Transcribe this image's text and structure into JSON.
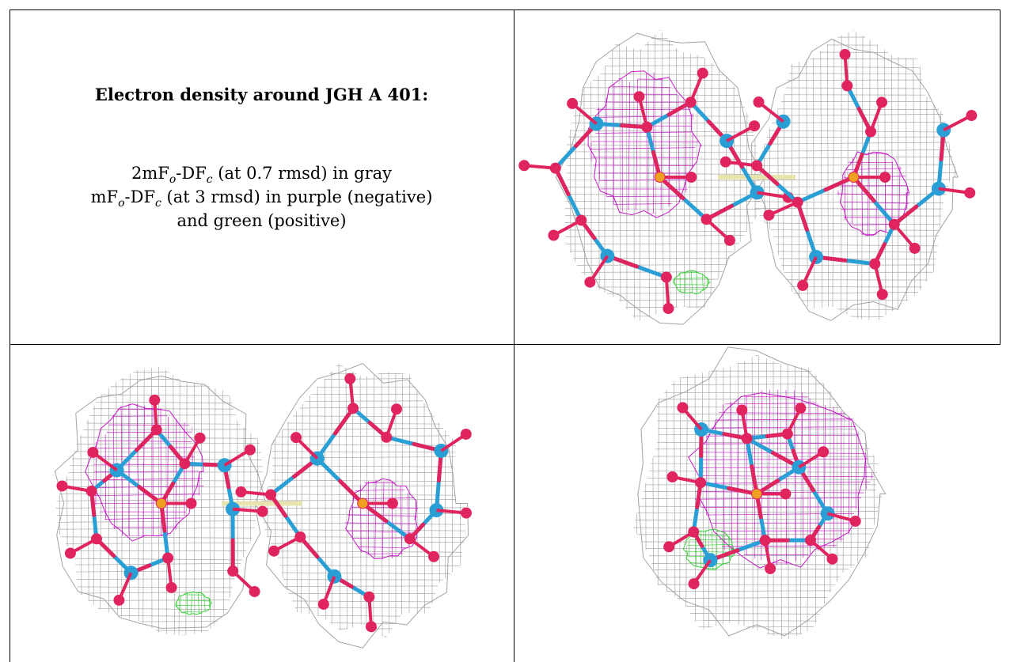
{
  "caption": {
    "title": "Electron density around JGH A 401:",
    "line1_prefix": "2mF",
    "line1_sub1": "o",
    "line1_mid": "-DF",
    "line1_sub2": "c",
    "line1_suffix": " (at 0.7 rmsd) in gray",
    "line2_prefix": "mF",
    "line2_sub1": "o",
    "line2_mid": "-DF",
    "line2_sub2": "c",
    "line2_suffix": " (at 3 rmsd) in purple (negative)",
    "line3": "and green (positive)"
  },
  "colors": {
    "mesh_gray": "#9a9a9a",
    "mesh_purple": "#c000c0",
    "mesh_green": "#22cc22",
    "atom_blue": "#2a9fd6",
    "atom_red": "#e0245e",
    "atom_orange": "#f0a020",
    "bond_yellow": "#e8e4b0"
  },
  "panels": [
    {
      "view": "view-1",
      "icon": "electron-density-map-image"
    },
    {
      "view": "view-2",
      "icon": "electron-density-map-image"
    },
    {
      "view": "view-3",
      "icon": "electron-density-map-image"
    }
  ]
}
